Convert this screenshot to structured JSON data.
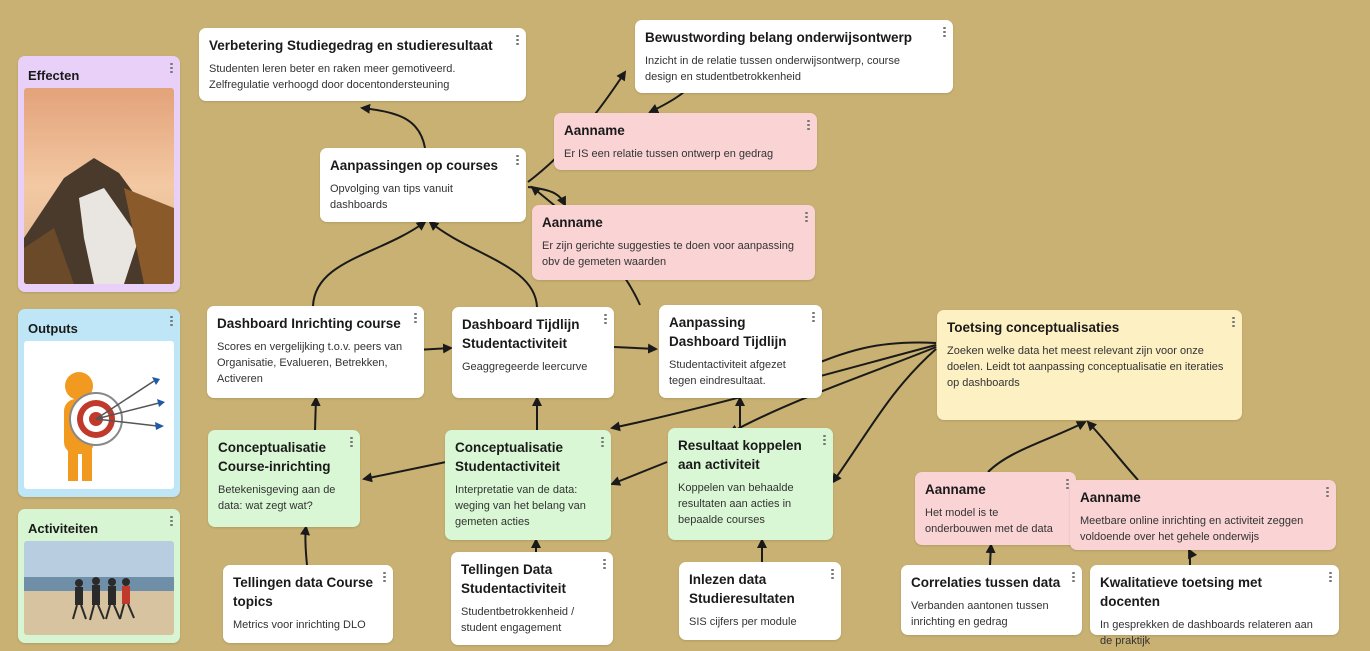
{
  "legend": {
    "effecten": "Effecten",
    "outputs": "Outputs",
    "activiteiten": "Activiteiten"
  },
  "cards": {
    "verbetering": {
      "title": "Verbetering Studiegedrag en studieresultaat",
      "body": "Studenten leren beter en raken meer gemotiveerd. Zelfregulatie verhoogd door docentondersteuning"
    },
    "bewustwording": {
      "title": "Bewustwording belang onderwijsontwerp",
      "body": "Inzicht in de relatie tussen onderwijsontwerp, course design en studentbetrokkenheid"
    },
    "aanname1": {
      "title": "Aanname",
      "body": "Er IS een relatie tussen ontwerp en gedrag"
    },
    "aanpassingen": {
      "title": "Aanpassingen op courses",
      "body": "Opvolging van tips vanuit dashboards"
    },
    "aanname2": {
      "title": "Aanname",
      "body": "Er zijn gerichte suggesties te doen voor aanpassing obv de gemeten waarden"
    },
    "dashInrichting": {
      "title": "Dashboard Inrichting course",
      "body": "Scores en vergelijking t.o.v. peers van Organisatie, Evalueren, Betrekken, Activeren"
    },
    "dashTijdlijn": {
      "title": "Dashboard Tijdlijn Studentactiviteit",
      "body": "Geaggregeerde leercurve"
    },
    "aanpassingDash": {
      "title": "Aanpassing Dashboard Tijdlijn",
      "body": "Studentactiviteit afgezet tegen eindresultaat."
    },
    "toetsing": {
      "title": "Toetsing conceptualisaties",
      "body": "Zoeken welke data het meest relevant zijn voor onze doelen. Leidt tot aanpassing conceptualisatie en iteraties op dashboards"
    },
    "conceptCourse": {
      "title": "Conceptualisatie Course-inrichting",
      "body": "Betekenisgeving aan de data: wat zegt wat?"
    },
    "conceptStudent": {
      "title": "Conceptualisatie Studentactiviteit",
      "body": "Interpretatie van de data: weging van het belang van gemeten acties"
    },
    "resultaat": {
      "title": "Resultaat koppelen aan activiteit",
      "body": "Koppelen van behaalde resultaten aan acties in bepaalde courses"
    },
    "aanname3": {
      "title": "Aanname",
      "body": "Het model is te onderbouwen met de data"
    },
    "aanname4": {
      "title": "Aanname",
      "body": "Meetbare online inrichting en activiteit zeggen voldoende over het gehele onderwijs"
    },
    "tellingenCourse": {
      "title": "Tellingen data Course topics",
      "body": "Metrics voor inrichting DLO"
    },
    "tellingenStudent": {
      "title": "Tellingen Data Studentactiviteit",
      "body": "Studentbetrokkenheid / student engagement"
    },
    "inlezen": {
      "title": "Inlezen data Studieresultaten",
      "body": "SIS cijfers per module"
    },
    "correlaties": {
      "title": "Correlaties tussen data",
      "body": "Verbanden aantonen tussen inrichting en gedrag"
    },
    "kwalitatieve": {
      "title": "Kwalitatieve toetsing met docenten",
      "body": "In gesprekken de dashboards relateren aan de praktijk"
    }
  },
  "colors": {
    "background": "#c8b172",
    "assumption": "#fad3d5",
    "activity": "#d9f7d4",
    "validation": "#fdf0c3",
    "effects": "#e8d0f8",
    "outputs": "#bfe6f7"
  },
  "icons": [
    "menu-dots-icon",
    "mountain-photo",
    "target-figure-illustration",
    "runners-photo"
  ]
}
